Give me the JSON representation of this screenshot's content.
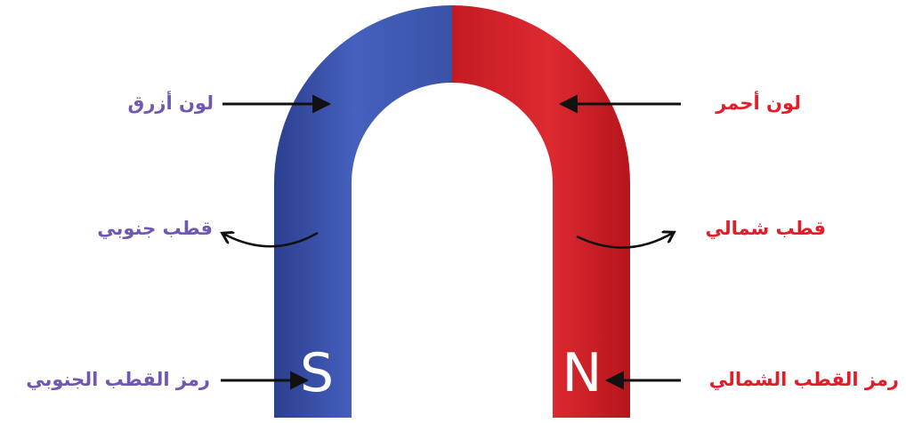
{
  "colors": {
    "north": "#d01f26",
    "south": "#3d55ad",
    "north_label": "#e11d2a",
    "south_label": "#7058b2",
    "arrow": "#111111"
  },
  "magnet": {
    "south_symbol": "S",
    "north_symbol": "N"
  },
  "labels": {
    "south_color": "لون أزرق",
    "north_color": "لون أحمر",
    "south_pole": "قطب جنوبي",
    "north_pole": "قطب شمالي",
    "south_symbol_label": "رمز القطب الجنوبي",
    "north_symbol_label": "رمز القطب الشمالي"
  }
}
